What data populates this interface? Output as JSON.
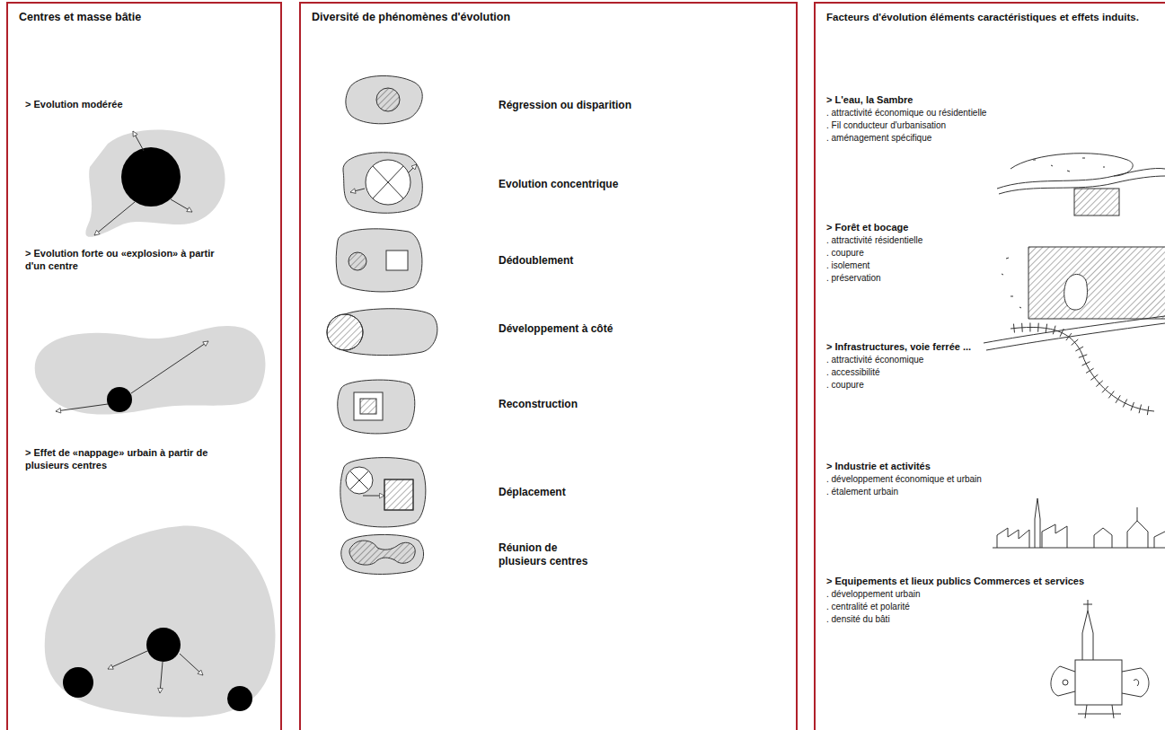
{
  "diagram": {
    "nodes": [
      {
        "text": [
          "Centres et masse bâtie"
        ]
      },
      {
        "text": [
          "Diversité de phénomènes d'évolution"
        ]
      },
      {
        "text": [
          "Facteurs d'évolution éléments caractéristiques et effets induits."
        ]
      }
    ],
    "labels": [
      "> Evolution modérée",
      "> Evolution forte ou «explosion» à partir d'un centre",
      "> Effet de «nappage» urbain à partir de plusieurs centres",
      "Régression ou disparition",
      "Evolution concentrique",
      "Dédoublement",
      "Développement à côté",
      "Reconstruction",
      "Déplacement",
      "Réunion de plusieurs centres",
      "> L'eau, la Sambre",
      ". attractivité économique ou résidentielle",
      ". Fil conducteur d'urbanisation",
      ". aménagement spécifique",
      "> Forêt et bocage",
      ". attractivité résidentielle",
      ". coupure",
      ". isolement",
      ". préservation",
      "> Infrastructures, voie ferrée ...",
      ". attractivité économique",
      ". accessibilité",
      ". coupure",
      "> Industrie et activités",
      ". développement économique et urbain",
      ". étalement urbain",
      "> Equipements et lieux publics Commerces et services",
      ". développement urbain",
      ". centralité et polarité",
      ". densité du bâti"
    ]
  }
}
